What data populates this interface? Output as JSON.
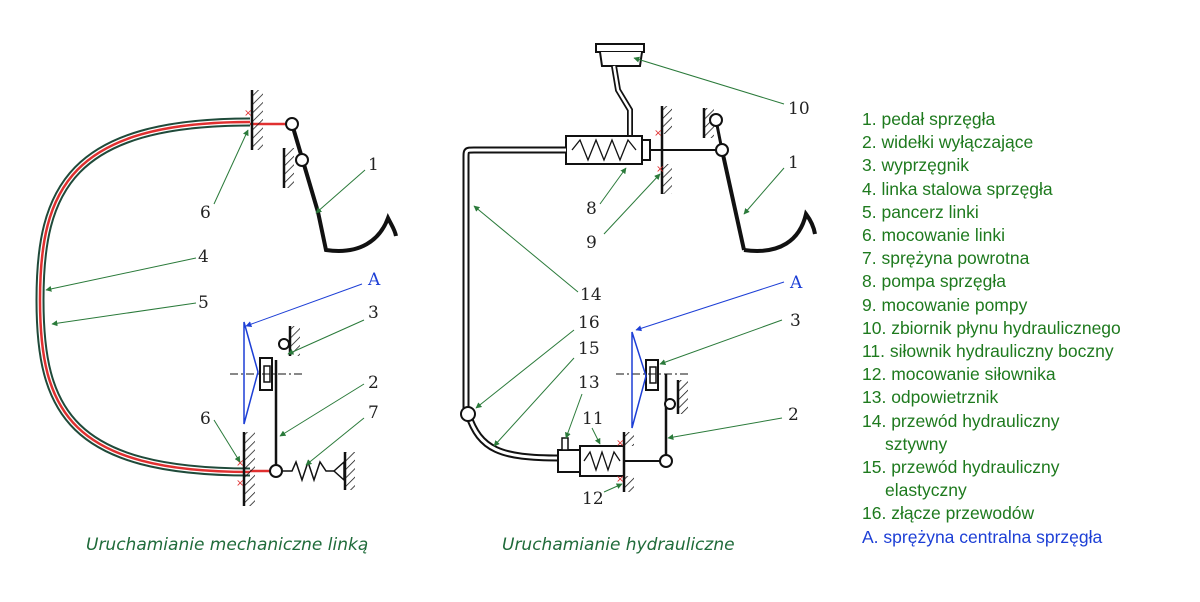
{
  "diagram": {
    "left_caption": "Uruchamianie mechaniczne linką",
    "right_caption": "Uruchamianie hydrauliczne",
    "left_callouts": [
      "1",
      "6",
      "4",
      "5",
      "A",
      "3",
      "2",
      "6",
      "7"
    ],
    "right_callouts": [
      "10",
      "1",
      "8",
      "9",
      "14",
      "A",
      "3",
      "16",
      "15",
      "13",
      "11",
      "2",
      "12"
    ]
  },
  "legend": {
    "items": [
      {
        "text": "1. pedał sprzęgła"
      },
      {
        "text": "2. widełki wyłączające"
      },
      {
        "text": "3. wyprzęgnik"
      },
      {
        "text": "4. linka stalowa sprzęgła"
      },
      {
        "text": "5. pancerz linki"
      },
      {
        "text": "6. mocowanie linki"
      },
      {
        "text": "7. sprężyna powrotna"
      },
      {
        "text": "8. pompa sprzęgła"
      },
      {
        "text": "9. mocowanie pompy"
      },
      {
        "text": "10. zbiornik płynu hydraulicznego"
      },
      {
        "text": "11. siłownik hydrauliczny boczny"
      },
      {
        "text": "12. mocowanie siłownika"
      },
      {
        "text": "13. odpowietrznik"
      },
      {
        "text": "14. przewód hydrauliczny",
        "cont": "sztywny"
      },
      {
        "text": "15. przewód hydrauliczny",
        "cont": "elastyczny"
      },
      {
        "text": "16. złącze przewodów"
      },
      {
        "text": "A.  sprężyna centralna sprzęgła",
        "highlight": true
      }
    ]
  },
  "colors": {
    "pointer": "#2a7a3a",
    "pointer_a": "#1d3fd6",
    "cable": "#e03030",
    "sheath": "#1f4a3a",
    "line": "#111111"
  }
}
